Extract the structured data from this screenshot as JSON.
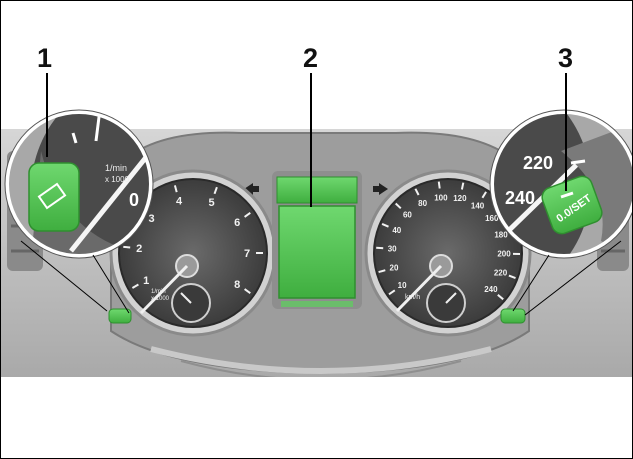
{
  "callouts": [
    {
      "number": "1"
    },
    {
      "number": "2"
    },
    {
      "number": "3"
    }
  ],
  "tachometer": {
    "ticks": [
      "1",
      "2",
      "3",
      "4",
      "5",
      "6",
      "7",
      "8"
    ],
    "unit_line1": "1/min",
    "unit_line2": "x 1000"
  },
  "speedometer": {
    "ticks": [
      "10",
      "20",
      "30",
      "40",
      "60",
      "80",
      "100",
      "120",
      "140",
      "160",
      "180",
      "200",
      "220",
      "240"
    ],
    "unit": "km/h"
  },
  "zoom_right": {
    "tick_upper": "220",
    "tick_lower": "240",
    "button_label": "0.0/SET"
  },
  "zoom_left": {
    "tick": "0",
    "unit_line1": "1/min",
    "unit_line2": "x 1000"
  },
  "colors": {
    "highlight_green": "#4cc04c",
    "dashboard_gray": "#b9b9b9",
    "dial_dark": "#4a4a4a"
  }
}
